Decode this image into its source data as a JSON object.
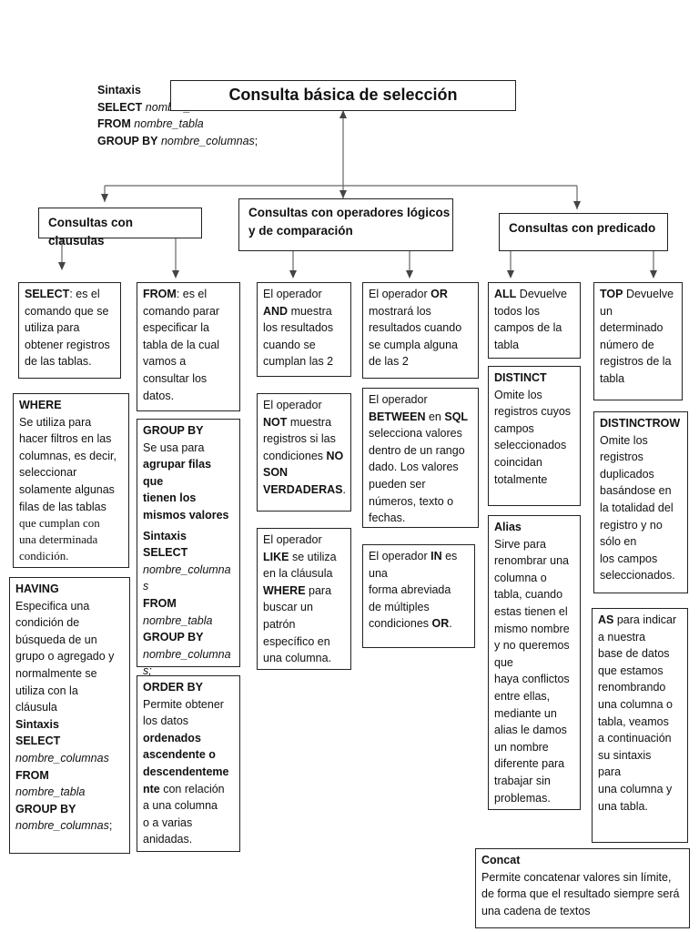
{
  "top_syntax": {
    "heading": "Sintaxis",
    "select_kw": "SELECT",
    "select_arg": "nombre_columnas",
    "from_kw": "FROM",
    "from_arg": "nombre_tabla",
    "group_kw": "GROUP BY",
    "group_arg": "nombre_columnas",
    "terminator": ";"
  },
  "title": "Consulta básica de selección",
  "categories": {
    "clausulas": "Consultas con clausulas",
    "operadores": [
      "Consultas con operadores lógicos",
      "y de comparación"
    ],
    "predicado": "Consultas con predicado"
  },
  "clauses": {
    "select": {
      "kw": "SELECT",
      "lines": [
        ": es el",
        "comando que se",
        "utiliza para",
        "obtener registros",
        "de las tablas."
      ]
    },
    "where": {
      "kw": "WHERE",
      "lines": [
        "Se utiliza para",
        "hacer filtros en las",
        "columnas, es decir,",
        "seleccionar",
        "solamente algunas",
        "filas de las tablas"
      ],
      "serif_lines": [
        "que cumplan con",
        "una determinada",
        "condición."
      ]
    },
    "having": {
      "kw": "HAVING",
      "lines": [
        "Especifica una",
        "condición de",
        "búsqueda de un",
        "grupo o agregado y",
        "normalmente se",
        "utiliza con la",
        "cláusula"
      ],
      "syntax": [
        "Sintaxis",
        "SELECT",
        "nombre_columnas",
        "FROM",
        "nombre_tabla",
        "GROUP BY",
        "nombre_columnas",
        ";"
      ]
    },
    "from": {
      "kw": "FROM",
      "lines": [
        ": es el",
        "comando parar",
        "especificar la",
        "tabla de la cual",
        "vamos a",
        "consultar los",
        "datos."
      ]
    },
    "groupby": {
      "kw": "GROUP BY",
      "lines": [
        "Se usa para"
      ],
      "bold_lines": [
        "agrupar filas que",
        "tienen los",
        "mismos valores"
      ],
      "syntax": [
        "Sintaxis",
        "SELECT",
        "nombre_columna",
        "s",
        "FROM",
        "nombre_tabla",
        "GROUP BY",
        "nombre_columna",
        "s;"
      ]
    },
    "orderby": {
      "kw": "ORDER BY",
      "lines": [
        "Permite obtener",
        "los datos"
      ],
      "bold_lines": [
        "ordenados",
        "ascendente o",
        "descendenteme",
        "nte"
      ],
      "tail": " con relación",
      "lines_after": [
        "a una columna",
        "o a varias",
        "anidadas."
      ]
    }
  },
  "operators": {
    "and": [
      "El operador",
      "AND",
      " muestra",
      "los resultados",
      "cuando se",
      "cumplan las 2"
    ],
    "or": [
      "El operador ",
      "OR",
      "mostrará los",
      "resultados cuando",
      "se cumpla alguna",
      "de las 2"
    ],
    "not": [
      "El operador",
      "NOT",
      " muestra",
      "registros si las",
      "condiciones ",
      "NO",
      "SON",
      "VERDADERAS",
      "."
    ],
    "between": [
      "El operador",
      "BETWEEN",
      " en ",
      "SQL",
      "selecciona valores",
      "dentro de un rango",
      "dado. Los valores",
      "pueden ser",
      "números, texto o",
      "fechas."
    ],
    "like": [
      "El operador",
      "LIKE",
      " se utiliza",
      "en la cláusula",
      "WHERE",
      " para",
      "buscar un",
      "patrón",
      "específico en",
      "una columna."
    ],
    "in": [
      "El operador ",
      "IN",
      " es",
      "una",
      "forma abreviada",
      "de múltiples",
      "condiciones ",
      "OR",
      "."
    ]
  },
  "predicates": {
    "all": [
      "ALL",
      " Devuelve",
      "todos los",
      "campos de la",
      "tabla"
    ],
    "distinct": [
      "DISTINCT",
      "Omite los",
      "registros cuyos",
      "campos",
      "seleccionados",
      "coincidan",
      "totalmente"
    ],
    "alias": [
      "Alias",
      "Sirve para",
      "renombrar una",
      "columna o",
      "tabla, cuando",
      "estas tienen el",
      "mismo nombre",
      "y no queremos",
      "que",
      "haya conflictos",
      "entre ellas,",
      "mediante un",
      "alias le damos",
      "un nombre",
      "diferente para",
      "trabajar sin",
      "problemas."
    ],
    "top": [
      "TOP",
      " Devuelve",
      "un",
      "determinado",
      "número de",
      "registros de la",
      "tabla"
    ],
    "distinctrow": [
      "DISTINCTROW",
      "Omite los",
      "registros",
      "duplicados",
      "basándose en",
      "la totalidad del",
      "registro y no",
      "sólo en",
      "los campos",
      "seleccionados."
    ],
    "as": [
      "AS",
      " para indicar",
      "a nuestra",
      "base de datos",
      "que estamos",
      "renombrando",
      "una columna o",
      "tabla, veamos",
      "a continuación",
      "su sintaxis",
      "para",
      "una columna y",
      "una tabla."
    ]
  },
  "concat": {
    "kw": "Concat",
    "lines": [
      "Permite concatenar valores sin límite,",
      "de forma que el resultado siempre será",
      "una cadena de textos"
    ]
  }
}
